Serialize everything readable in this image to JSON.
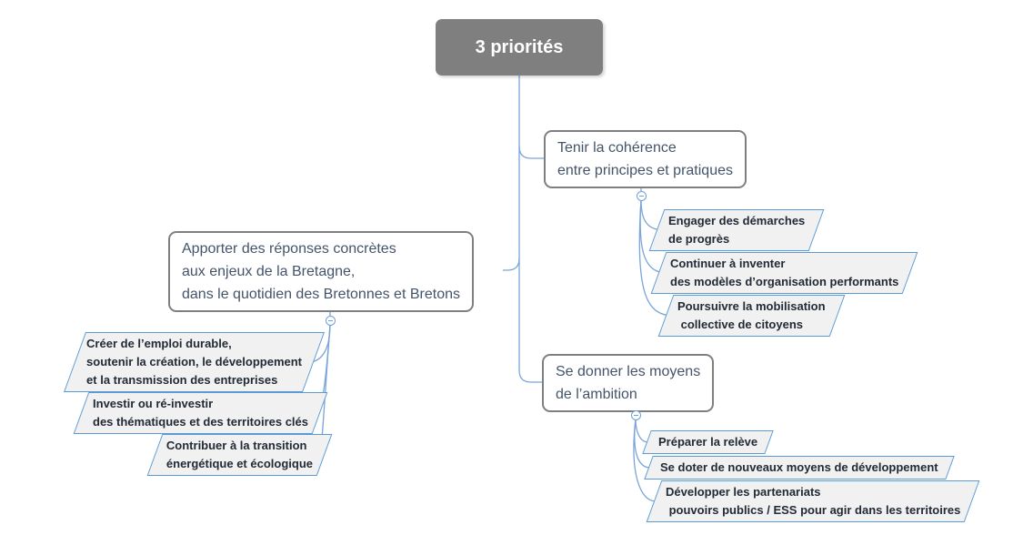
{
  "root": {
    "label": "3 priorités"
  },
  "branches": [
    {
      "topic": "Tenir la cohérence\nentre principes et pratiques",
      "children": [
        "Engager des démarches\nde progrès",
        "Continuer à inventer\ndes modèles d’organisation performants",
        "Poursuivre la mobilisation\n collective de citoyens"
      ]
    },
    {
      "topic": "Apporter des réponses concrètes\naux enjeux de la Bretagne,\ndans le quotidien des Bretonnes et Bretons",
      "children": [
        "Créer de l’emploi durable,\nsoutenir la création, le développement\net la transmission des entreprises",
        "Investir ou ré-investir\ndes thématiques et des territoires clés",
        "Contribuer à la transition\nénergétique et écologique"
      ]
    },
    {
      "topic": "Se donner les moyens\nde l’ambition",
      "children": [
        "Préparer la relève",
        "Se doter de nouveaux moyens de développement",
        "Développer les partenariats\n pouvoirs publics / ESS pour agir dans les territoires"
      ]
    }
  ],
  "colors": {
    "root_fill": "#7F7F7F",
    "root_text": "#FFFFFF",
    "topic_text": "#44546A",
    "topic_border": "#7F7F7F",
    "child_text": "#222B35",
    "child_fill": "#F1F1F2",
    "accent_blue": "#5B9BD5",
    "connector_blue": "#7AA5DA"
  }
}
